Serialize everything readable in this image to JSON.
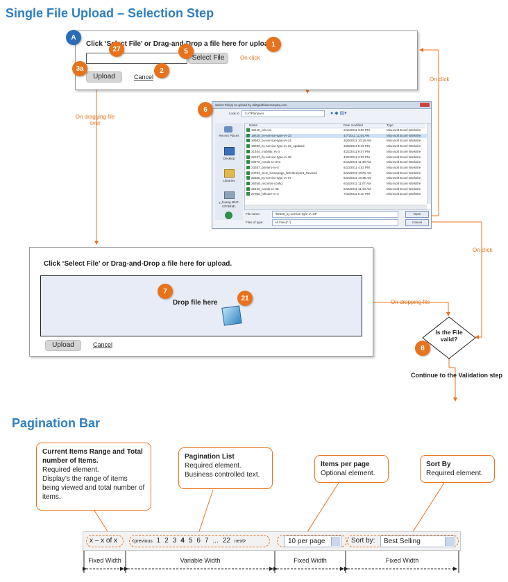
{
  "upload_section": {
    "title": "Single File Upload – Selection Step",
    "panel_a": {
      "badge": "A",
      "instruction": "Click ‘Select File’ or Drag-and-Drop a file here for upload.",
      "select_button": "Select File",
      "upload_button": "Upload",
      "cancel_link": "Cancel"
    },
    "badges": {
      "b27": "27",
      "b5": "5",
      "b1": "1",
      "b3a": "3a",
      "b2": "2",
      "b6": "6",
      "b7": "7",
      "b21": "21",
      "b8": "8"
    },
    "labels": {
      "on_click_1": "On click",
      "on_click_2": "On click",
      "on_click_3": "On click",
      "on_dragging": "On dragging file over",
      "on_dropping": "On dropping file",
      "continue": "Continue to the Validation step"
    },
    "dialog": {
      "title": "Select File(s) to upload by deltgadblaasramphq.com",
      "look_in_label": "Look in:",
      "look_in_value": "CATPlanpwor",
      "col_name": "Name",
      "col_modified": "Date modified",
      "col_type": "Type",
      "places": [
        "Recent Places",
        "Desktop",
        "Libraries",
        "y_huang MNT-07F8RM1",
        ""
      ],
      "files": [
        {
          "name": "18140_iolt nov",
          "date": "2/16/2011 3:59 PM",
          "type": "Microsoft Excel Workshe"
        },
        {
          "name": "19628_by-service-type-IA-33",
          "date": "4/7/2011 11:54 AM",
          "type": "Microsoft Excel Workshe"
        },
        {
          "name": "19982_by-service-type-IA-34",
          "date": "3/29/2011 10:15 AM",
          "type": "Microsoft Excel Workshe"
        },
        {
          "name": "19982_by-service-type-IA-34_updated",
          "date": "3/29/2011 5:19 PM",
          "type": "Microsoft Excel Workshe"
        },
        {
          "name": "21464_mobility_IA-3",
          "date": "4/22/2011 9:07 PM",
          "type": "Microsoft Excel Workshe"
        },
        {
          "name": "22237_by-service-type-IA-35",
          "date": "4/22/2011 3:29 PM",
          "type": "Microsoft Excel Workshe"
        },
        {
          "name": "23272_needs-IA-37a",
          "date": "5/16/2011 11:38 AM",
          "type": "Microsoft Excel Workshe"
        },
        {
          "name": "23387_printers-IA-4",
          "date": "5/10/2011 4:53 PM",
          "type": "Microsoft Excel Workshe"
        },
        {
          "name": "24781_SLG_homepage_NG Blueprint_Revised",
          "date": "6/10/2011 10:01 AM",
          "type": "Microsoft Excel Workshe"
        },
        {
          "name": "25685_by-service-type-IA-37",
          "date": "6/10/2011 10:35 AM",
          "type": "Microsoft Excel Workshe"
        },
        {
          "name": "26259_recomm-config",
          "date": "6/15/2011 11:07 AM",
          "type": "Microsoft Excel Workshe"
        },
        {
          "name": "26422_needs-IA-38",
          "date": "6/15/2011 11:13 AM",
          "type": "Microsoft Excel Workshe"
        },
        {
          "name": "27082_hthcare-IA-2",
          "date": "7/19/2011 5:10 PM",
          "type": "Microsoft Excel Workshe"
        }
      ],
      "filename_label": "File name:",
      "filename_value": "\"19628_by-service-type-IA-33\"",
      "filetype_label": "Files of type:",
      "filetype_value": "All Files(*.*)",
      "open_button": "Open",
      "cancel_button": "Cancel"
    },
    "panel_b": {
      "instruction": "Click ‘Select File’ or Drag-and-Drop a file here for upload.",
      "drop_text": "Drop file here",
      "upload_button": "Upload",
      "cancel_link": "Cancel"
    },
    "decision": {
      "line1": "Is the File",
      "line2": "valid?"
    }
  },
  "pagination_section": {
    "title": "Pagination Bar",
    "callouts": [
      {
        "title": "Current Items Range and Total number of Items.",
        "body": "Required element.\nDisplay’s the range of items being viewed and total number of items."
      },
      {
        "title": "Pagination List",
        "body": "Required element.\nBusiness controlled text."
      },
      {
        "title": "Items per page",
        "body": "Optional element."
      },
      {
        "title": "Sort By",
        "body": "Required element."
      }
    ],
    "range_text": "x – x of x",
    "prev_label": "previous",
    "next_label": "next",
    "pages": [
      "1",
      "2",
      "3",
      "4",
      "5",
      "6",
      "7",
      "...",
      "22"
    ],
    "current_page": "4",
    "per_page_value": "10 per page",
    "sort_label": "Sort by:",
    "sort_value": "Best Selling",
    "widths": [
      "Fixed Width",
      "Variable Width",
      "Fixed Width",
      "Fixed Width"
    ]
  },
  "colors": {
    "accent": "#e8731c",
    "title_blue": "#2f7fc1",
    "badge_blue": "#2a6db5"
  }
}
